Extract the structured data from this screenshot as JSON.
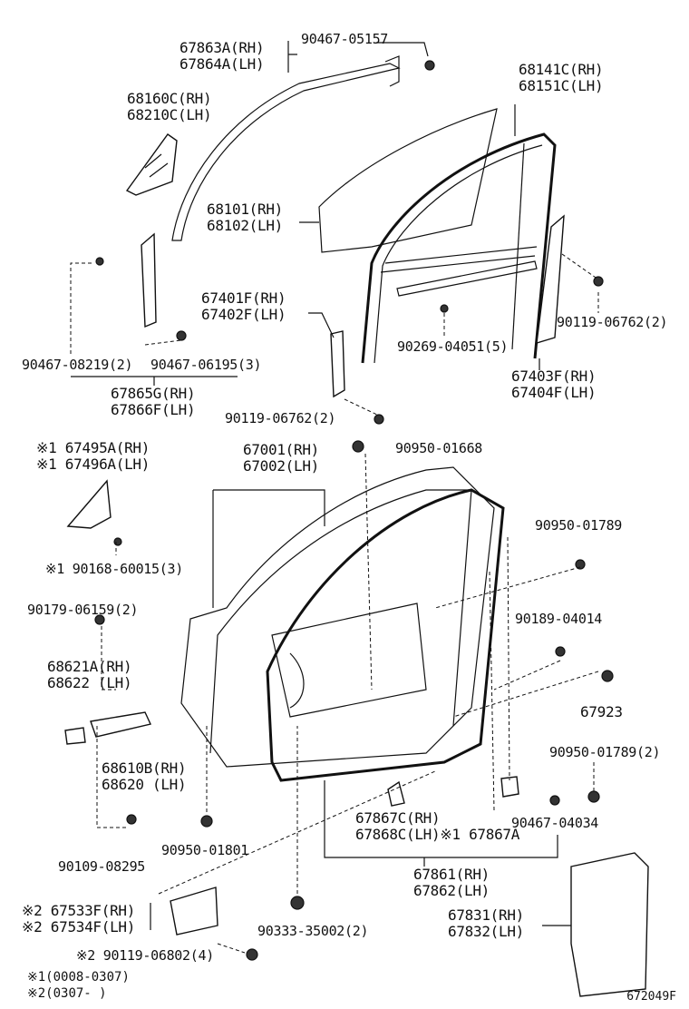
{
  "labels": {
    "p67863": [
      "67863A(RH)",
      "67864A(LH)"
    ],
    "p90467_05157": "90467-05157",
    "p68141": [
      "68141C(RH)",
      "68151C(LH)"
    ],
    "p68160": [
      "68160C(RH)",
      "68210C(LH)"
    ],
    "p68101": [
      "68101(RH)",
      "68102(LH)"
    ],
    "p67401": [
      "67401F(RH)",
      "67402F(LH)"
    ],
    "p90119_06762a": "90119-06762(2)",
    "p90269": "90269-04051(5)",
    "p90467_08219": "90467-08219(2)",
    "p90467_06195": "90467-06195(3)",
    "p67403": [
      "67403F(RH)",
      "67404F(LH)"
    ],
    "p67865": [
      "67865G(RH)",
      "67866F(LH)"
    ],
    "p90119_06762b": "90119-06762(2)",
    "p67495": [
      "※1 67495A(RH)",
      "※1 67496A(LH)"
    ],
    "p67001": [
      "67001(RH)",
      "67002(LH)"
    ],
    "p90950_01668": "90950-01668",
    "p90168": "※1 90168-60015(3)",
    "p90950_01789a": "90950-01789",
    "p90179": "90179-06159(2)",
    "p90189": "90189-04014",
    "p68621": [
      "68621A(RH)",
      "68622  (LH)"
    ],
    "p67923": "67923",
    "p68610": [
      "68610B(RH)",
      "68620  (LH)"
    ],
    "p90950_01789b": "90950-01789(2)",
    "p67867": [
      "67867C(RH)",
      "67868C(LH)※1 67867A"
    ],
    "p90467_04034": "90467-04034",
    "p90950_01801": "90950-01801",
    "p90109": "90109-08295",
    "p67861": [
      "67861(RH)",
      "67862(LH)"
    ],
    "p67533": [
      "※2 67533F(RH)",
      "※2 67534F(LH)"
    ],
    "p90333": "90333-35002(2)",
    "p67831": [
      "67831(RH)",
      "67832(LH)"
    ],
    "p90119_06802": "※2 90119-06802(4)"
  },
  "notes": [
    "※1(0008-0307)",
    "※2(0307-        )"
  ],
  "diagram_code": "672049F"
}
